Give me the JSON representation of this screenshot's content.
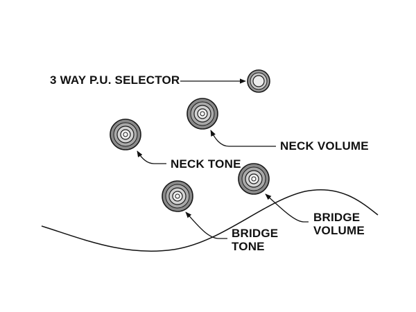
{
  "labels": {
    "selector": "3 WAY P.U. SELECTOR",
    "neck_volume": "NECK VOLUME",
    "neck_tone": "NECK TONE",
    "bridge_volume_line1": "BRIDGE",
    "bridge_volume_line2": "VOLUME",
    "bridge_tone_line1": "BRIDGE",
    "bridge_tone_line2": "TONE"
  },
  "colors": {
    "ink": "#111111",
    "knob_outer": "#8a8a8a",
    "knob_inner": "#d4d4d4",
    "background": "#ffffff"
  }
}
